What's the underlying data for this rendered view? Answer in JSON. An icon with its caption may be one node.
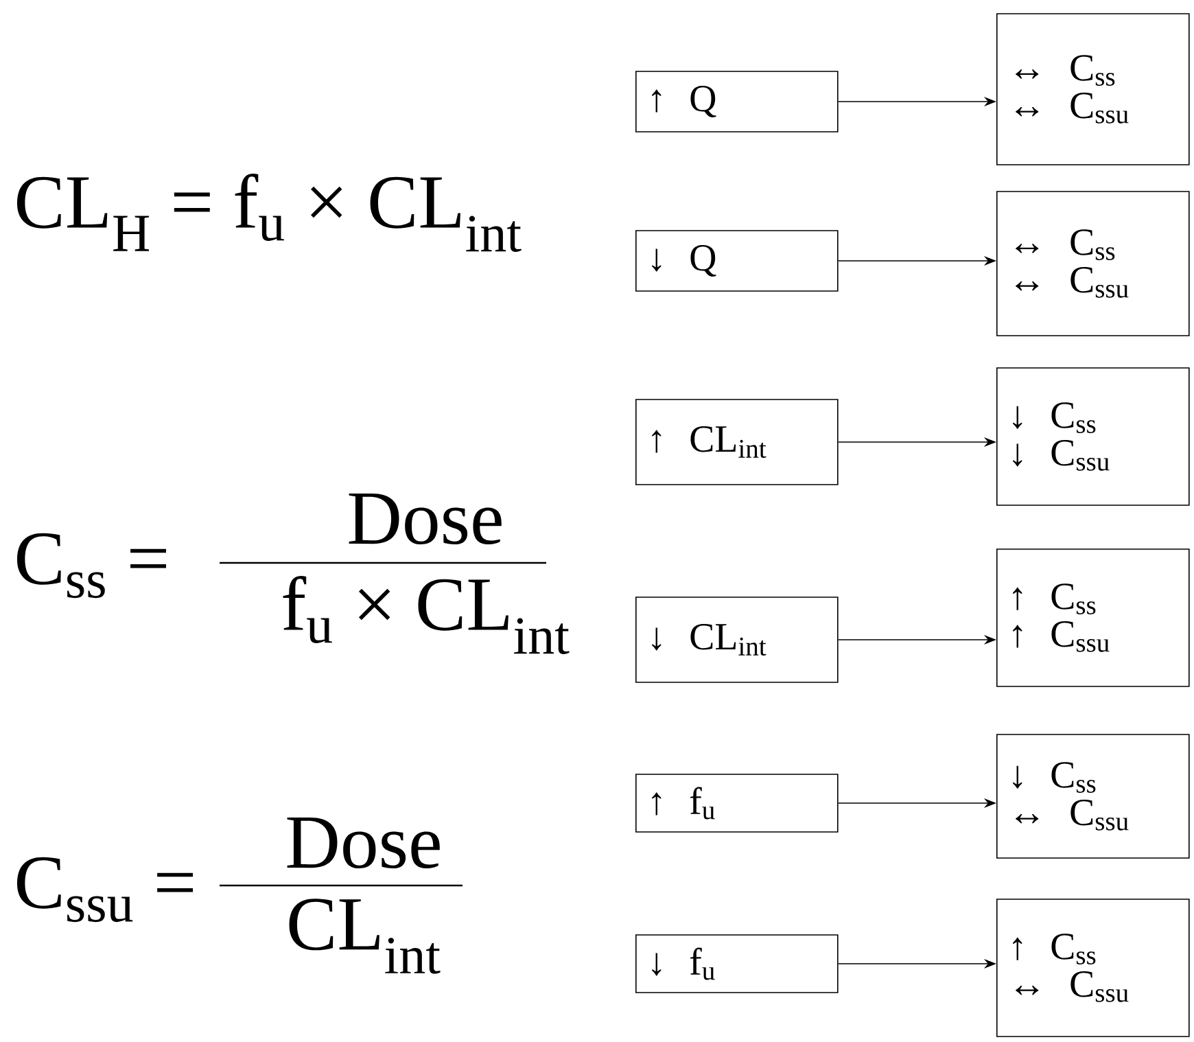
{
  "diagram": {
    "nodes": [
      {
        "text": [
          "↑ Q"
        ]
      },
      {
        "text": [
          "↔ C$_{ss}$",
          "↔ C$_{ssu}$"
        ]
      },
      {
        "text": [
          "↓ Q"
        ]
      },
      {
        "text": [
          "↔ C$_{ss}$",
          "↔ C$_{ssu}$"
        ]
      },
      {
        "text": [
          "↑ CL$_{int}$"
        ]
      },
      {
        "text": [
          "↓ C$_{ss}$",
          "↓ C$_{ssu}$"
        ]
      },
      {
        "text": [
          "↓ CL$_{int}$"
        ]
      },
      {
        "text": [
          "↑ C$_{ss}$",
          "↑ C$_{ssu}$"
        ]
      },
      {
        "text": [
          "↑ f$_{u}$"
        ]
      },
      {
        "text": [
          "↓ C$_{ss}$",
          "↔ C$_{ssu}$"
        ]
      },
      {
        "text": [
          "↓ f$_{u}$"
        ]
      },
      {
        "text": [
          "↑ C$_{ss}$",
          "↔ C$_{ssu}$"
        ]
      }
    ],
    "edges": [
      {
        "from": 0,
        "to": 1,
        "arrow": "to"
      },
      {
        "from": 2,
        "to": 3,
        "arrow": "to"
      },
      {
        "from": 4,
        "to": 5,
        "arrow": "to"
      },
      {
        "from": 6,
        "to": 7,
        "arrow": "to"
      },
      {
        "from": 8,
        "to": 9,
        "arrow": "to"
      },
      {
        "from": 10,
        "to": 11,
        "arrow": "to"
      }
    ],
    "labels": [
      "CL$_{H}$ = f$_{u}$ × CL$_{int}$",
      "C$_{ss}$ =",
      "Dose",
      "f$_{u}$ × CL$_{int}$",
      "C$_{ssu}$ =",
      "Dose",
      "CL$_{int}$"
    ]
  }
}
